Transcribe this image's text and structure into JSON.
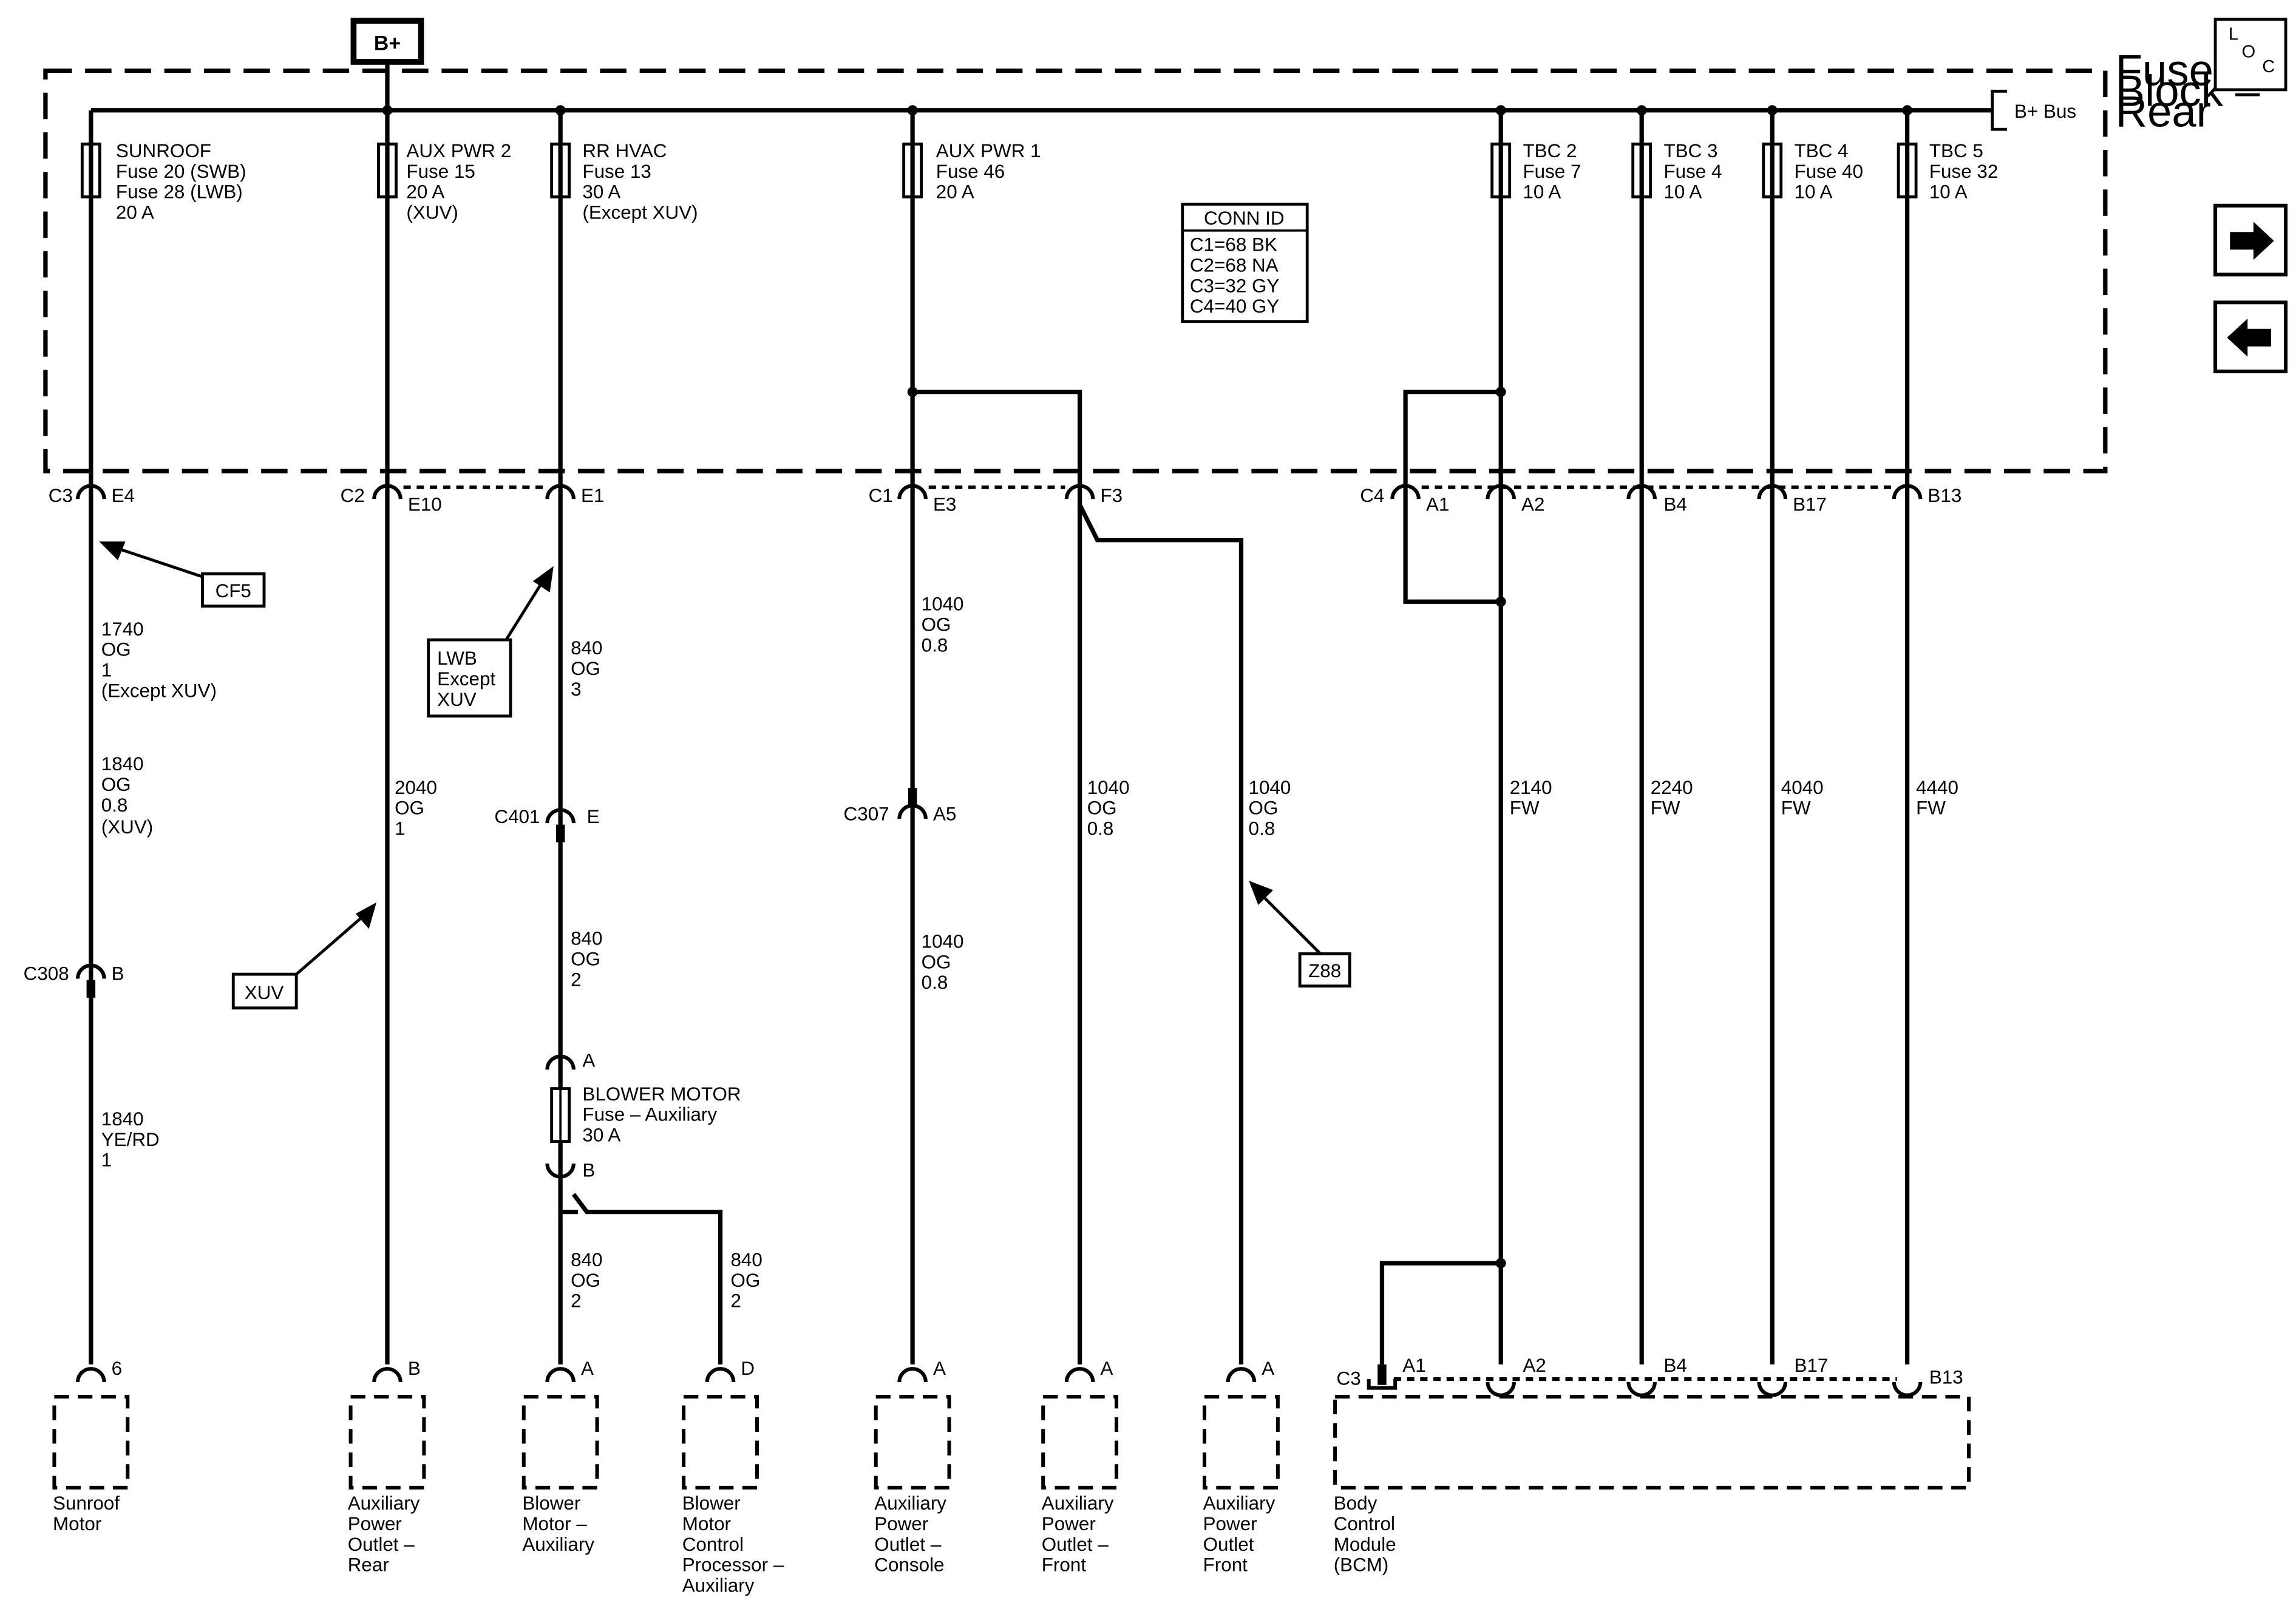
{
  "header": {
    "power_source": "B+"
  },
  "side_panel": {
    "loc_button": [
      "L",
      "O",
      "C"
    ],
    "next_icon": "arrow-right-icon",
    "prev_icon": "arrow-left-icon"
  },
  "fuse_block": {
    "name": [
      "Fuse",
      "Block –",
      "Rear"
    ],
    "bus_label": "B+ Bus"
  },
  "conn_id": {
    "title": "CONN ID",
    "rows": [
      "C1=68 BK",
      "C2=68 NA",
      "C3=32 GY",
      "C4=40 GY"
    ]
  },
  "fuses": [
    {
      "lines": [
        "SUNROOF",
        "Fuse 20 (SWB)",
        "Fuse 28 (LWB)",
        "20 A"
      ]
    },
    {
      "lines": [
        "AUX PWR 2",
        "Fuse 15",
        "20 A",
        "(XUV)"
      ]
    },
    {
      "lines": [
        "RR HVAC",
        "Fuse 13",
        "30 A",
        "(Except XUV)"
      ]
    },
    {
      "lines": [
        "AUX PWR 1",
        "Fuse 46",
        "20 A"
      ]
    },
    {
      "lines": [
        "TBC 2",
        "Fuse 7",
        "10 A"
      ]
    },
    {
      "lines": [
        "TBC 3",
        "Fuse 4",
        "10 A"
      ]
    },
    {
      "lines": [
        "TBC 4",
        "Fuse 40",
        "10 A"
      ]
    },
    {
      "lines": [
        "TBC 5",
        "Fuse 32",
        "10 A"
      ]
    }
  ],
  "block_connectors": {
    "c3": "C3",
    "e4": "E4",
    "c2": "C2",
    "e10": "E10",
    "e1": "E1",
    "c1": "C1",
    "e3": "E3",
    "f3": "F3",
    "c4": "C4",
    "a1": "A1",
    "a2": "A2",
    "b4": "B4",
    "b17": "B17",
    "b13": "B13"
  },
  "option_boxes": {
    "cf5": "CF5",
    "lwb": [
      "LWB",
      "Except",
      "XUV"
    ],
    "xuv": "XUV",
    "z88": "Z88"
  },
  "wires": {
    "w1740": [
      "1740",
      "OG",
      "1",
      "(Except XUV)"
    ],
    "w1840a": [
      "1840",
      "OG",
      "0.8",
      "(XUV)"
    ],
    "w1840b": [
      "1840",
      "YE/RD",
      "1"
    ],
    "w2040": [
      "2040",
      "OG",
      "1"
    ],
    "w840a": [
      "840",
      "OG",
      "3"
    ],
    "w840b": [
      "840",
      "OG",
      "2"
    ],
    "w840c": [
      "840",
      "OG",
      "2"
    ],
    "w840d": [
      "840",
      "OG",
      "2"
    ],
    "w1040a": [
      "1040",
      "OG",
      "0.8"
    ],
    "w1040b": [
      "1040",
      "OG",
      "0.8"
    ],
    "w1040c": [
      "1040",
      "OG",
      "0.8"
    ],
    "w1040d": [
      "1040",
      "OG",
      "0.8"
    ],
    "w2140": [
      "2140",
      "FW"
    ],
    "w2240": [
      "2240",
      "FW"
    ],
    "w4040": [
      "4040",
      "FW"
    ],
    "w4440": [
      "4440",
      "FW"
    ]
  },
  "inline_connectors": {
    "c308": "C308",
    "c308_pin": "B",
    "c401": "C401",
    "c401_pin": "E",
    "c307": "C307",
    "c307_pin": "A5"
  },
  "blower_fuse": {
    "lines": [
      "BLOWER MOTOR",
      "Fuse – Auxiliary",
      "30 A"
    ],
    "pin_top": "A",
    "pin_bottom": "B"
  },
  "components": [
    {
      "pin": "6",
      "name": [
        "Sunroof",
        "Motor"
      ]
    },
    {
      "pin": "B",
      "name": [
        "Auxiliary",
        "Power",
        "Outlet –",
        "Rear"
      ]
    },
    {
      "pin": "A",
      "name": [
        "Blower",
        "Motor –",
        "Auxiliary"
      ]
    },
    {
      "pin": "D",
      "name": [
        "Blower",
        "Motor",
        "Control",
        "Processor –",
        "Auxiliary"
      ]
    },
    {
      "pin": "A",
      "name": [
        "Auxiliary",
        "Power",
        "Outlet –",
        "Console"
      ]
    },
    {
      "pin": "A",
      "name": [
        "Auxiliary",
        "Power",
        "Outlet –",
        "Front"
      ]
    },
    {
      "pin": "A",
      "name": [
        "Auxiliary",
        "Power",
        "Outlet",
        "Front"
      ]
    }
  ],
  "bcm": {
    "connector": "C3",
    "pins": [
      "A1",
      "A2",
      "B4",
      "B17",
      "B13"
    ],
    "name": [
      "Body",
      "Control",
      "Module",
      "(BCM)"
    ]
  }
}
